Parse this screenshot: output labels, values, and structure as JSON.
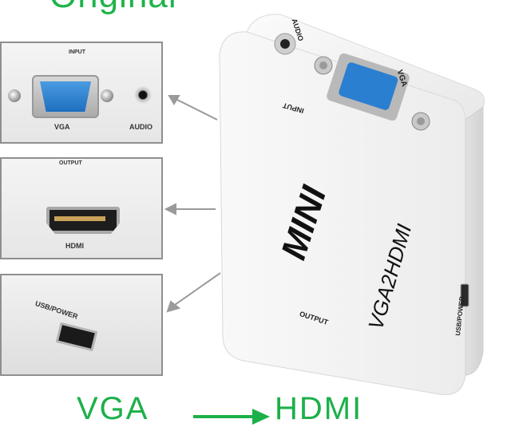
{
  "title_cropped": "Original",
  "panels": {
    "input": {
      "header": "INPUT",
      "vga": "VGA",
      "audio": "AUDIO"
    },
    "output": {
      "header": "OUTPUT",
      "hdmi": "HDMI"
    },
    "power": {
      "label": "USB/POWER"
    }
  },
  "device": {
    "audio_label": "AUDIO",
    "vga_label": "VGA",
    "input_label": "INPUT",
    "brand": "MINI",
    "model": "VGA2HDMI",
    "output_label": "OUTPUT",
    "usb_label": "USB/POWER"
  },
  "caption": {
    "from": "VGA",
    "to": "HDMI"
  },
  "colors": {
    "caption_green": "#1db04a",
    "vga_blue": "#2b7fd1",
    "device_white": "#f7f7f7"
  }
}
